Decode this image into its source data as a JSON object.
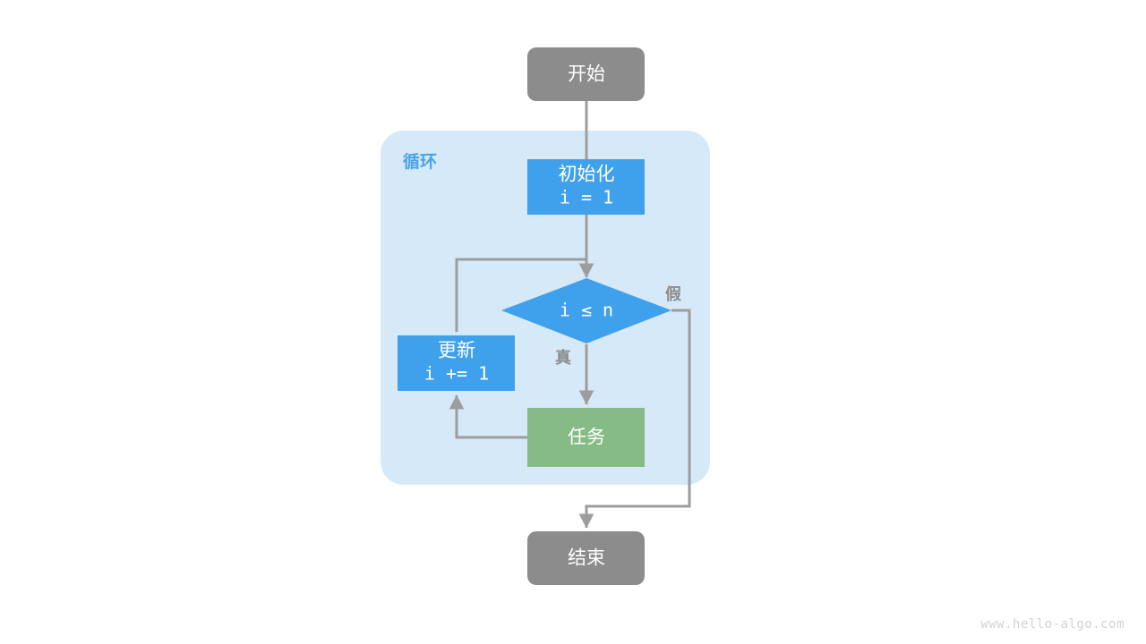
{
  "diagram": {
    "title_watermark": "www.hello-algo.com",
    "colors": {
      "terminal": "#8c8c8c",
      "process": "#3fa0ec",
      "decision": "#3fa0ec",
      "task": "#86bb85",
      "group_bg": "#d6e9f8",
      "group_label": "#4aa3e8",
      "connector": "#9d9d9d",
      "node_text": "#ffffff",
      "edge_label": "#8c8c8c",
      "watermark": "#d2d2d2",
      "background": "#ffffff"
    },
    "group": {
      "label": "循环"
    },
    "nodes": {
      "start": {
        "label": "开始",
        "shape": "rounded-terminal"
      },
      "init": {
        "label": "初始化",
        "code": "i = 1",
        "shape": "rect"
      },
      "decision": {
        "label": "i ≤ n",
        "shape": "diamond"
      },
      "update": {
        "label": "更新",
        "code": "i += 1",
        "shape": "rect"
      },
      "task": {
        "label": "任务",
        "shape": "rect"
      },
      "end": {
        "label": "结束",
        "shape": "rounded-terminal"
      }
    },
    "edge_labels": {
      "true": "真",
      "false": "假"
    }
  }
}
